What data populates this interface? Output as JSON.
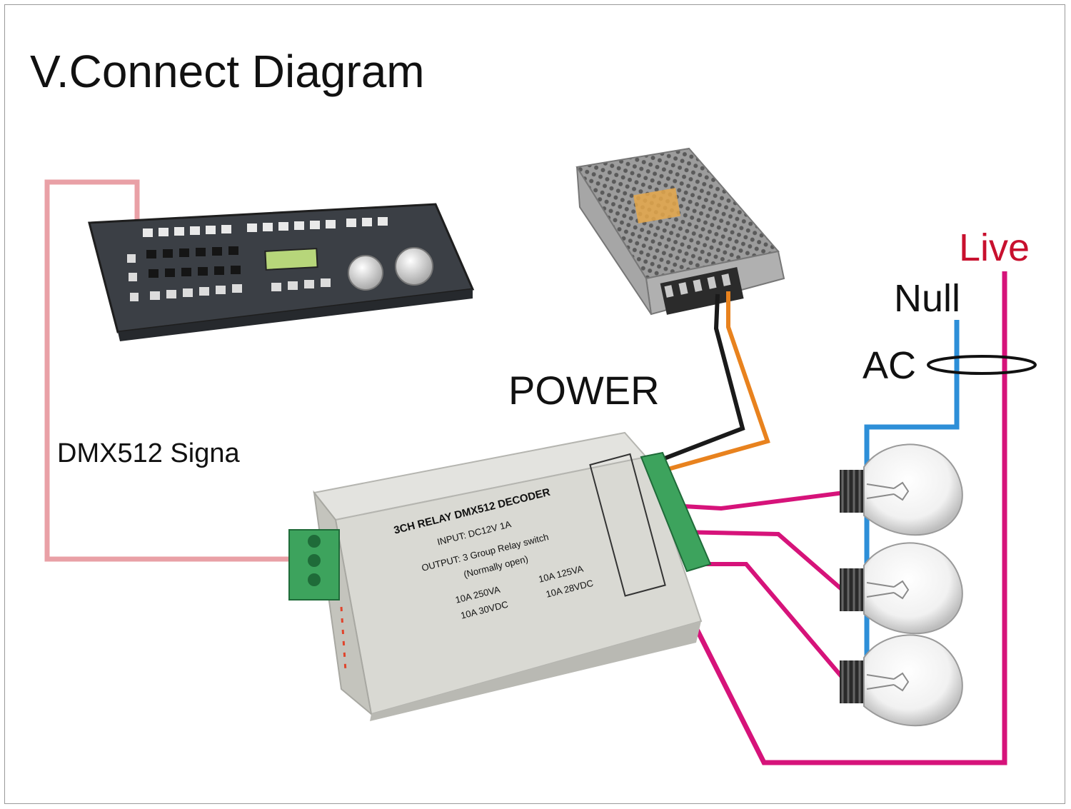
{
  "title": "V.Connect Diagram",
  "labels": {
    "signal": "DMX512 Signa",
    "power": "POWER",
    "live": "Live",
    "null": "Null",
    "ac": "AC"
  },
  "decoder": {
    "name": "3CH RELAY DMX512 DECODER",
    "input": "INPUT: DC12V 1A",
    "output": "OUTPUT: 3 Group Relay switch",
    "output_note": "(Normally open)",
    "rating1": "10A 250VA",
    "rating2": "10A 125VA",
    "rating3": "10A 30VDC",
    "rating4": "10A 28VDC"
  },
  "colors": {
    "signal_wire": "#e9a0a6",
    "live_wire": "#d6137a",
    "live_text": "#c8102e",
    "null_wire": "#2d8fd8",
    "power_positive": "#e8821e",
    "power_negative": "#1a1a1a",
    "terminal_green": "#3da35d"
  },
  "icons": [
    "dmx-console-icon",
    "power-supply-icon",
    "decoder-box-icon",
    "light-bulb-icon",
    "terminal-block-icon"
  ]
}
